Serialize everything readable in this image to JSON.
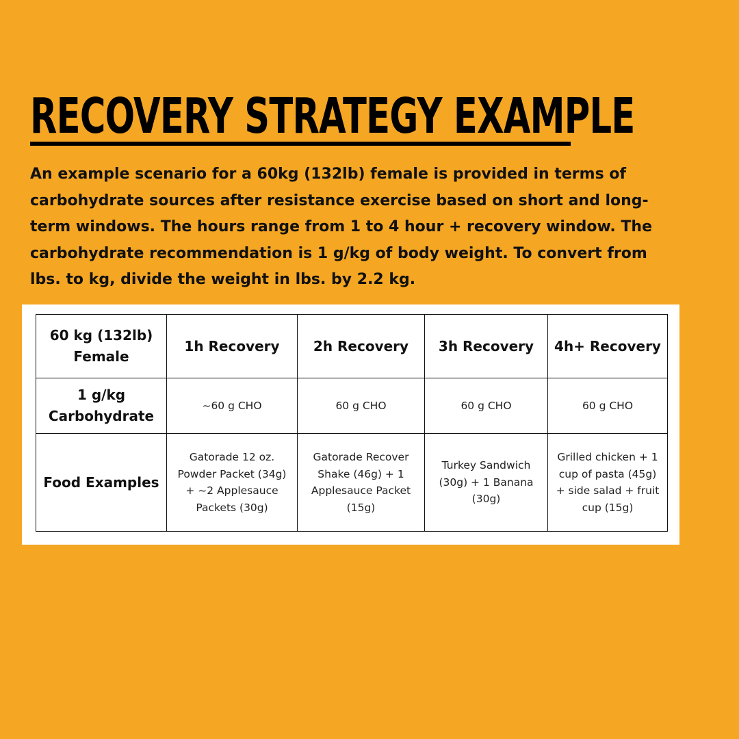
{
  "title": "RECOVERY STRATEGY EXAMPLE",
  "intro": "An example scenario for a 60kg (132lb) female is provided in terms of carbohydrate sources after resistance exercise based on short and long-term windows. The hours range from 1 to 4 hour + recovery window. The carbohydrate recommendation is 1 g/kg of body weight. To convert from lbs. to kg, divide the weight in lbs. by 2.2 kg.",
  "colors": {
    "background": "#F5A623",
    "text": "#000000",
    "card": "#FFFFFF"
  },
  "table": {
    "header": {
      "label_line1": "60 kg (132lb)",
      "label_line2": "Female",
      "columns": [
        "1h Recovery",
        "2h Recovery",
        "3h Recovery",
        "4h+ Recovery"
      ]
    },
    "carb_row": {
      "label_line1": "1 g/kg",
      "label_line2": "Carbohydrate",
      "values": [
        "~60 g CHO",
        "60 g CHO",
        "60 g CHO",
        "60 g CHO"
      ]
    },
    "food_row": {
      "label": "Food Examples",
      "values": [
        [
          "Gatorade 12 oz.",
          "Powder Packet (34g)",
          "+ ~2 Applesauce",
          "Packets (30g)"
        ],
        [
          "Gatorade Recover",
          "Shake (46g) + 1",
          "Applesauce Packet",
          "(15g)"
        ],
        [
          "Turkey Sandwich",
          "(30g) + 1 Banana",
          "(30g)"
        ],
        [
          "Grilled chicken + 1",
          "cup of pasta (45g)",
          "+ side salad + fruit",
          "cup (15g)"
        ]
      ]
    }
  }
}
